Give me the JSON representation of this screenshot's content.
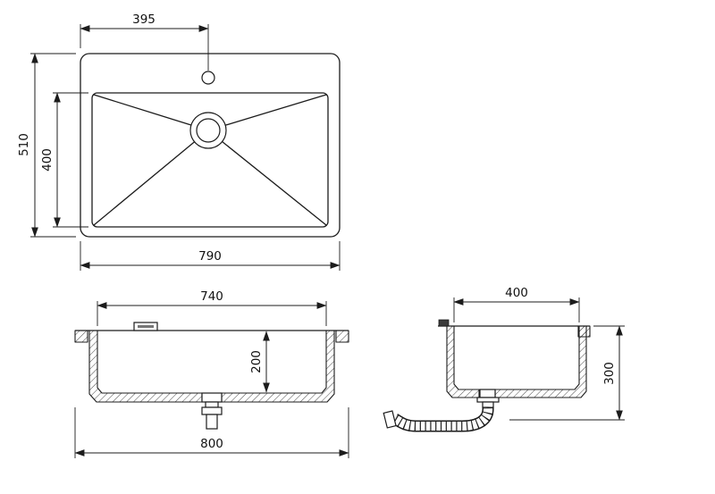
{
  "colors": {
    "background": "#ffffff",
    "line": "#1c1c1c"
  },
  "top_view": {
    "faucet_offset": "395",
    "overall_depth": "510",
    "bowl_depth": "400",
    "overall_width": "790"
  },
  "front_view": {
    "bowl_width": "740",
    "bowl_height": "200",
    "overall_width": "800"
  },
  "side_view": {
    "bowl_width": "400",
    "overall_height": "300"
  }
}
